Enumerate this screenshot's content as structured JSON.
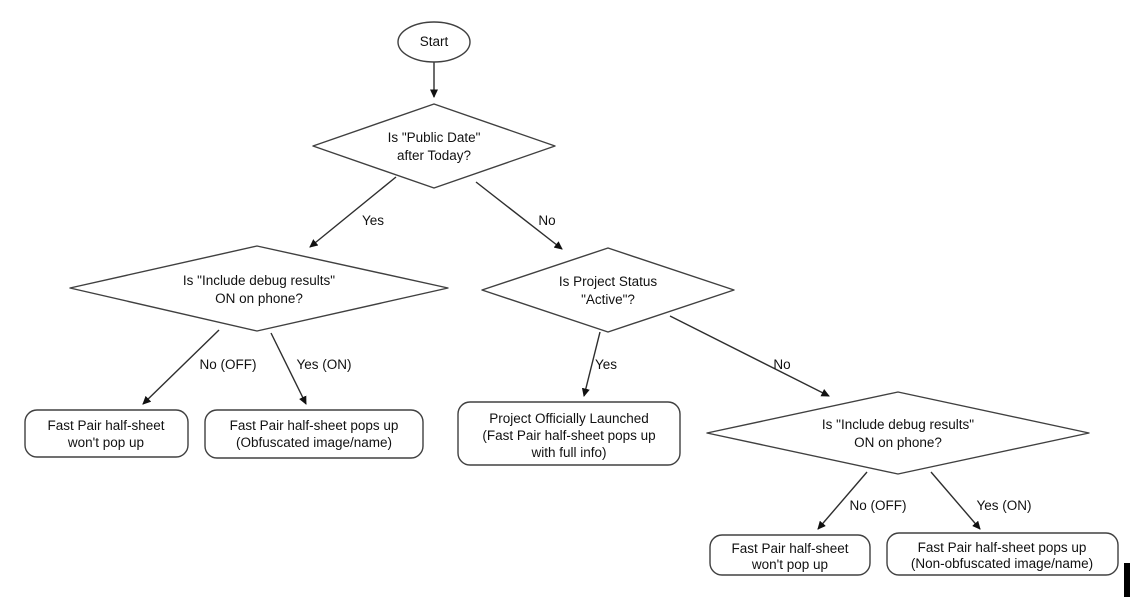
{
  "diagram": {
    "nodes": {
      "start": {
        "label": "Start"
      },
      "public_date": {
        "line1": "Is \"Public Date\"",
        "line2": "after Today?"
      },
      "debug_left": {
        "line1": "Is \"Include debug results\"",
        "line2": "ON on phone?"
      },
      "project_status": {
        "line1": "Is Project Status",
        "line2": "\"Active\"?"
      },
      "debug_right": {
        "line1": "Is \"Include debug results\"",
        "line2": "ON on phone?"
      },
      "no_popup_left": {
        "line1": "Fast Pair half-sheet",
        "line2": "won't pop up"
      },
      "popup_obfuscated": {
        "line1": "Fast Pair half-sheet pops up",
        "line2": "(Obfuscated image/name)"
      },
      "launched": {
        "line1": "Project Officially Launched",
        "line2": "(Fast Pair half-sheet pops up",
        "line3": "with full info)"
      },
      "no_popup_right": {
        "line1": "Fast Pair half-sheet",
        "line2": "won't pop up"
      },
      "popup_non_obfuscated": {
        "line1": "Fast Pair half-sheet pops up",
        "line2": "(Non-obfuscated image/name)"
      }
    },
    "edge_labels": {
      "public_date_yes": "Yes",
      "public_date_no": "No",
      "debug_left_no": "No (OFF)",
      "debug_left_yes": "Yes (ON)",
      "status_yes": "Yes",
      "status_no": "No",
      "debug_right_no": "No (OFF)",
      "debug_right_yes": "Yes (ON)"
    },
    "colors": {
      "shape_stroke": "#404040",
      "edge_stroke": "#2e2e2e",
      "text": "#111111",
      "background": "#ffffff"
    }
  }
}
